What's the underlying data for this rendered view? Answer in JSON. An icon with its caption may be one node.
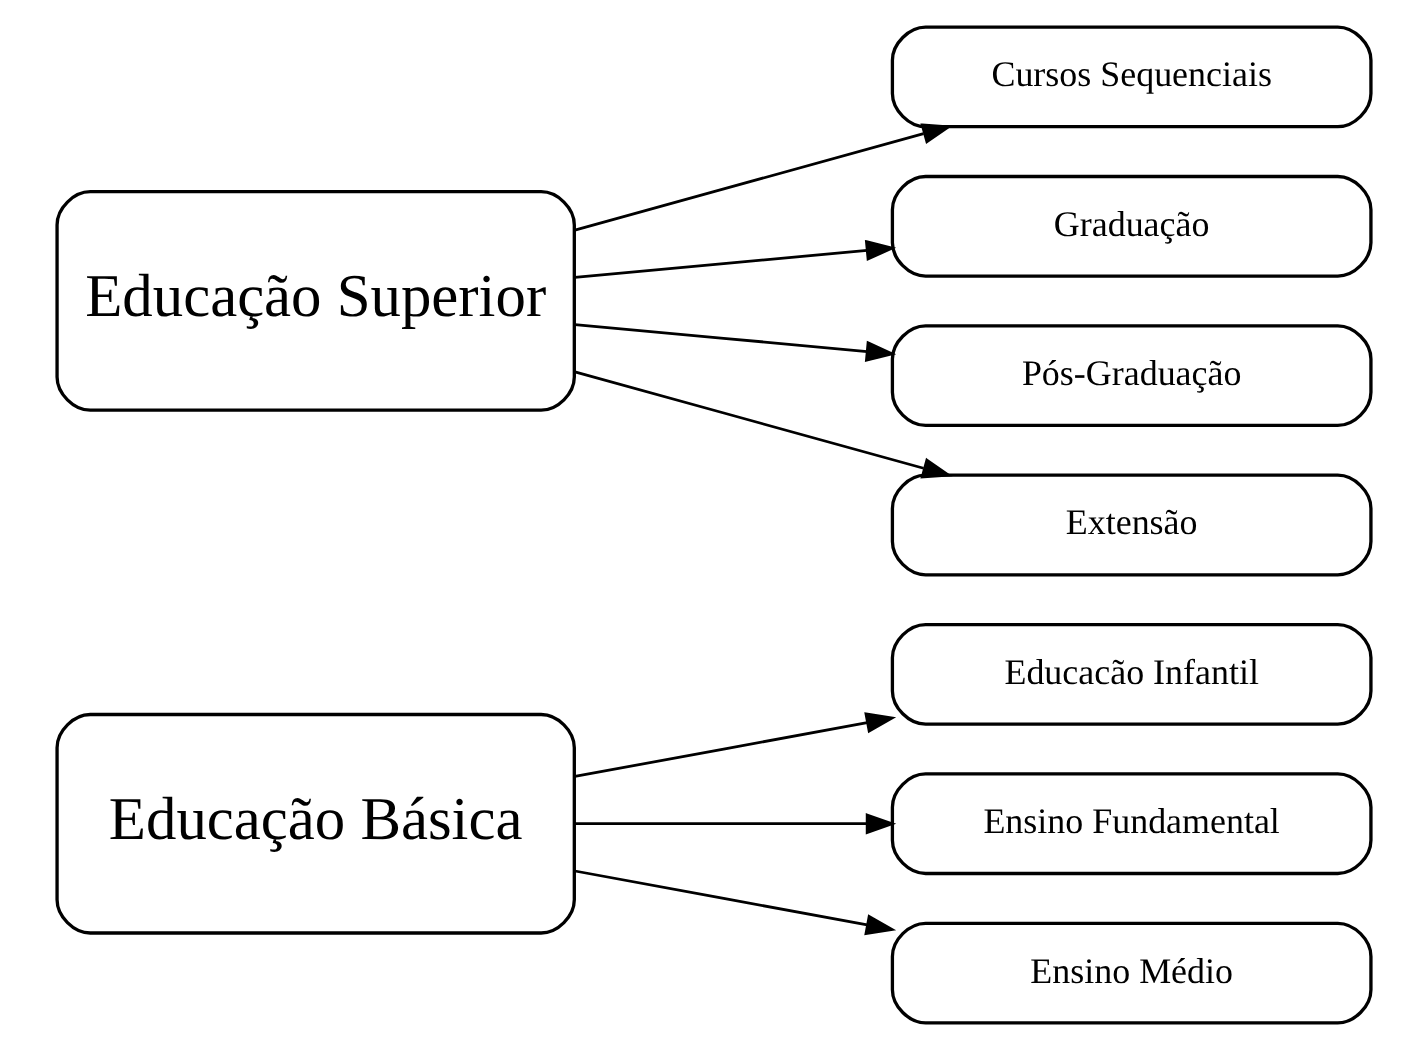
{
  "diagram": {
    "nodes": [
      {
        "text": [
          "Educação Básica"
        ]
      },
      {
        "text": [
          "Educacão Infantil"
        ]
      },
      {
        "text": [
          "Ensino Fundamental"
        ]
      },
      {
        "text": [
          "Ensino Médio"
        ]
      },
      {
        "text": [
          "Educação Superior"
        ]
      },
      {
        "text": [
          "Cursos Sequenciais"
        ]
      },
      {
        "text": [
          "Graduação"
        ]
      },
      {
        "text": [
          "Pós-Graduação"
        ]
      },
      {
        "text": [
          "Extensão"
        ]
      }
    ],
    "edges": [
      {
        "from": 0,
        "to": 1,
        "arrow": "to"
      },
      {
        "from": 0,
        "to": 2,
        "arrow": "to"
      },
      {
        "from": 0,
        "to": 3,
        "arrow": "to"
      },
      {
        "from": 4,
        "to": 5,
        "arrow": "to"
      },
      {
        "from": 4,
        "to": 6,
        "arrow": "to"
      },
      {
        "from": 4,
        "to": 7,
        "arrow": "to"
      },
      {
        "from": 4,
        "to": 8,
        "arrow": "to"
      }
    ]
  }
}
